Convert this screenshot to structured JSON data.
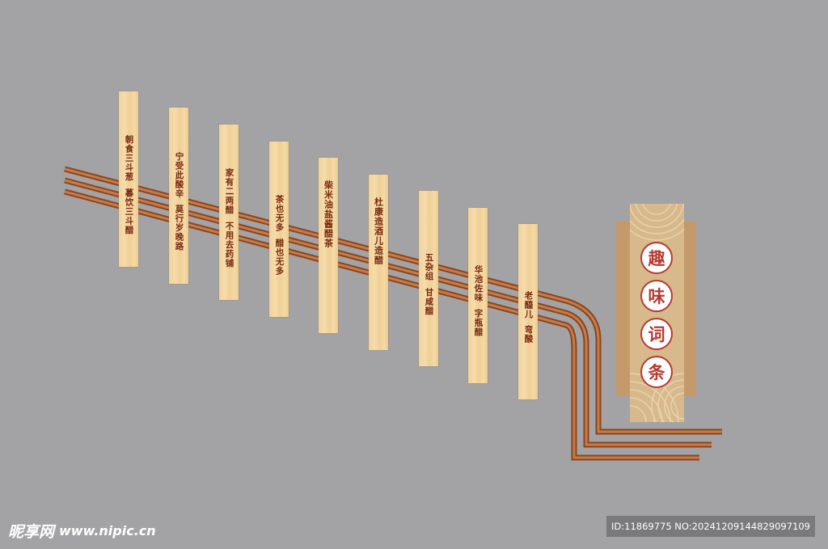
{
  "title_chars": [
    "趣",
    "味",
    "词",
    "条"
  ],
  "slats": [
    {
      "col1": "朝食三斗葱",
      "col2": "暮饮三斗醋"
    },
    {
      "col1": "宁受此酸辛",
      "col2": "莫行岁晚路"
    },
    {
      "col1": "家有二两醋",
      "col2": "不用去药铺"
    },
    {
      "col1": "茶也无多",
      "col2": "醋也无多"
    },
    {
      "col1": "柴米油盐酱醋茶",
      "col2": ""
    },
    {
      "col1": "杜康造酒儿造醋",
      "col2": ""
    },
    {
      "col1": "五杂组",
      "col2": "甘咸醋"
    },
    {
      "col1": "华池佐味",
      "col2": "字瓶醋"
    },
    {
      "col1": "老醯儿",
      "col2": "弯酸"
    }
  ],
  "watermark": {
    "brand": "昵享网",
    "url": "www.nipic.cn"
  },
  "image_id": "ID:11869775 NO:20241209144829097109",
  "colors": {
    "background": "#a3a3a5",
    "slat": "#f3d7a1",
    "rail": "#a85a2a",
    "text": "#7a2a12",
    "accent": "#b53a33"
  }
}
